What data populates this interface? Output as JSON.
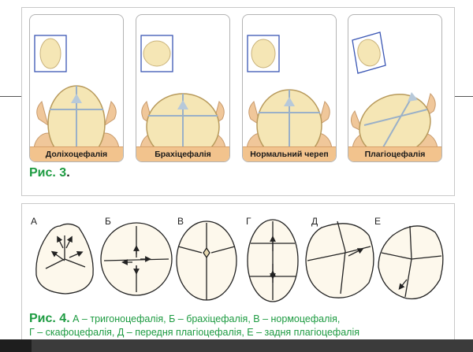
{
  "figure3": {
    "panels": [
      {
        "label": "Доліхоцефалія"
      },
      {
        "label": "Брахіцефалія"
      },
      {
        "label": "Нормальний череп"
      },
      {
        "label": "Плагіоцефалія"
      }
    ],
    "caption_prefix": "Рис. 3",
    "caption_suffix": ".",
    "colors": {
      "skull": "#f5e6b5",
      "skin": "#f0c79a",
      "frame": "#3a56b4",
      "label_bg": "#f2c38d",
      "accent": "#1d9b41"
    }
  },
  "figure4": {
    "letters": [
      "А",
      "Б",
      "В",
      "Г",
      "Д",
      "Е"
    ],
    "caption_prefix": "Рис. 4.",
    "caption_line1": " А – тригоноцефалія, Б – брахіцефалія, В – нормоцефалія,",
    "caption_line2": "Г – скафоцефалія, Д – передня плагіоцефалія, Е – задня плагіоцефалія"
  }
}
